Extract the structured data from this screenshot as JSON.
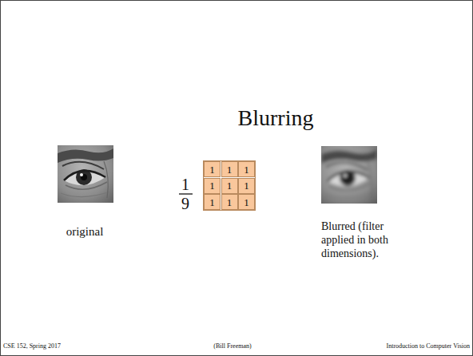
{
  "diagram": {
    "title": "Blurring",
    "nodes": [
      {
        "text": [
          "1"
        ]
      },
      {
        "text": [
          "1"
        ]
      },
      {
        "text": [
          "1"
        ]
      },
      {
        "text": [
          "1"
        ]
      },
      {
        "text": [
          "1"
        ]
      },
      {
        "text": [
          "1"
        ]
      },
      {
        "text": [
          "1"
        ]
      },
      {
        "text": [
          "1"
        ]
      },
      {
        "text": [
          "1"
        ]
      }
    ],
    "labels": [
      "1",
      "9",
      "original",
      "Blurred (filter applied in both dimensions).",
      "CSE 152, Spring 2017",
      "(Bill Freeman)",
      "Introduction to Computer Vision"
    ]
  }
}
